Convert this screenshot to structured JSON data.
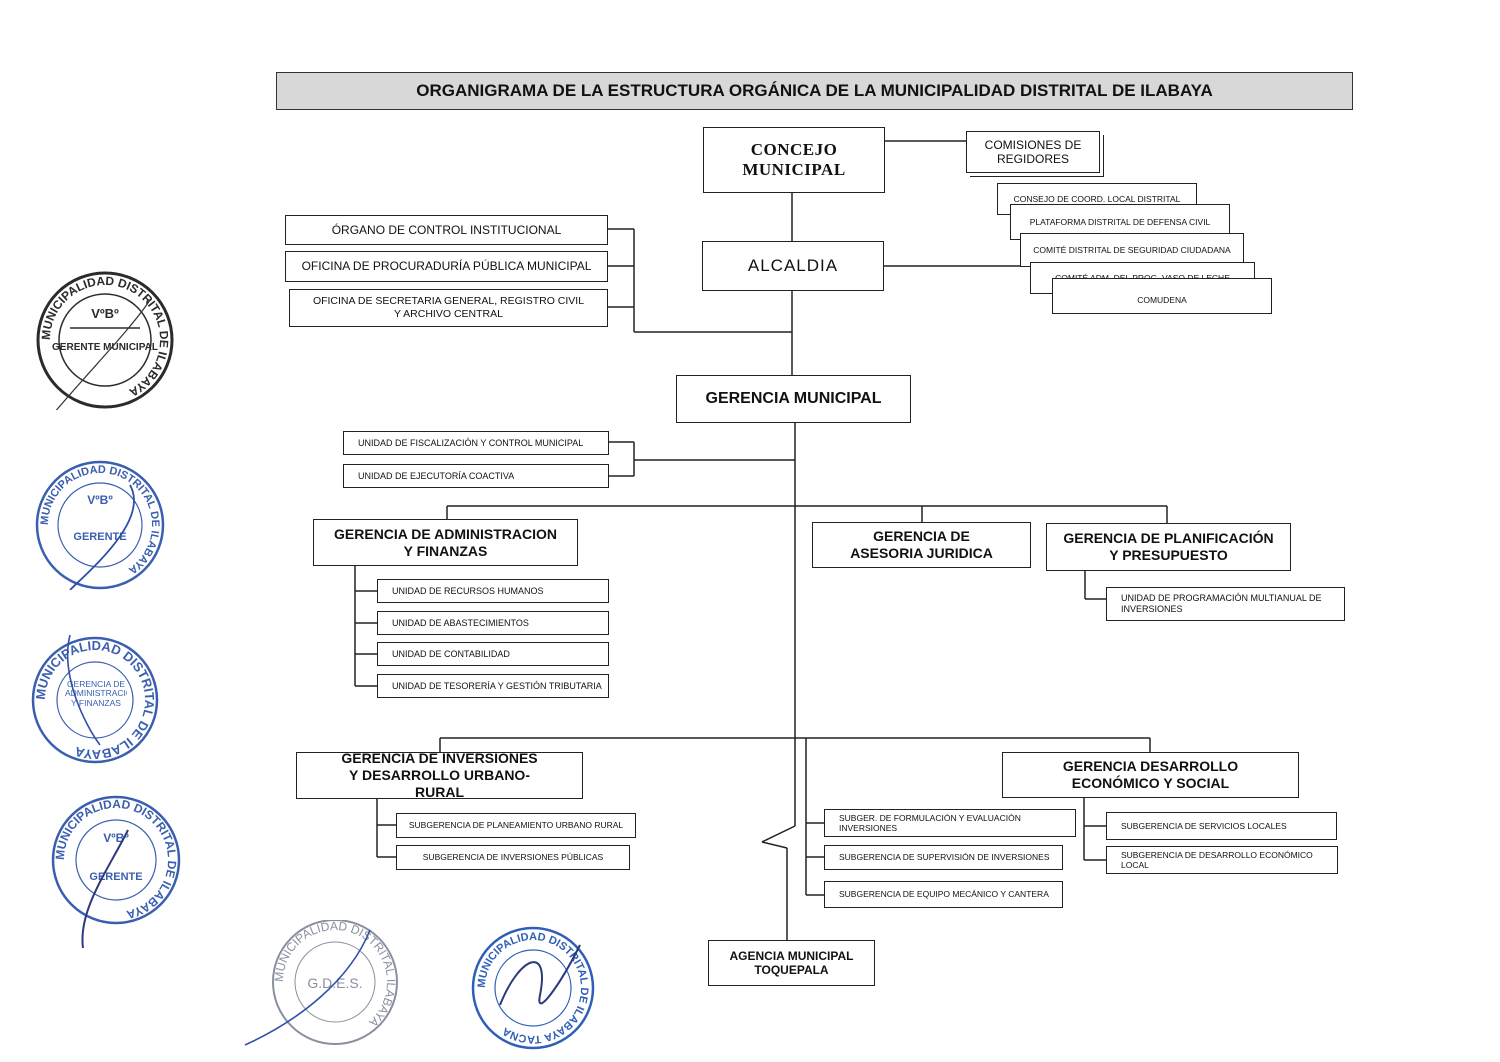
{
  "title": "ORGANIGRAMA DE LA ESTRUCTURA ORGÁNICA DE LA MUNICIPALIDAD DISTRITAL DE ILABAYA",
  "concejo": "CONCEJO MUNICIPAL",
  "comisiones": "COMISIONES DE REGIDORES",
  "consejos": [
    "CONSEJO DE COORD. LOCAL DISTRITAL",
    "PLATAFORMA DISTRITAL DE DEFENSA CIVIL",
    "COMITÉ DISTRITAL DE SEGURIDAD CIUDADANA",
    "COMITÉ ADM. DEL PROG. VASO DE LECHE",
    "COMUDENA"
  ],
  "alcaldia": "ALCALDIA",
  "alcaldia_units": [
    "ÓRGANO DE CONTROL INSTITUCIONAL",
    "OFICINA DE PROCURADURÍA PÚBLICA MUNICIPAL",
    "OFICINA DE SECRETARIA GENERAL, REGISTRO CIVIL Y ARCHIVO CENTRAL"
  ],
  "gerencia_municipal": "GERENCIA MUNICIPAL",
  "gm_units": [
    "UNIDAD DE FISCALIZACIÓN Y CONTROL MUNICIPAL",
    "UNIDAD DE EJECUTORÍA COACTIVA"
  ],
  "admin": {
    "name": "GERENCIA DE ADMINISTRACION Y FINANZAS",
    "units": [
      "UNIDAD DE RECURSOS HUMANOS",
      "UNIDAD DE ABASTECIMIENTOS",
      "UNIDAD DE CONTABILIDAD",
      "UNIDAD DE TESORERÍA Y GESTIÓN TRIBUTARIA"
    ]
  },
  "asesoria": "GERENCIA DE ASESORIA JURIDICA",
  "planificacion": {
    "name": "GERENCIA DE PLANIFICACIÓN Y PRESUPUESTO",
    "units": [
      "UNIDAD DE PROGRAMACIÓN MULTIANUAL DE INVERSIONES"
    ]
  },
  "inversiones": {
    "name": "GERENCIA DE INVERSIONES Y DESARROLLO URBANO-RURAL",
    "units": [
      "SUBGERENCIA DE PLANEAMIENTO URBANO RURAL",
      "SUBGERENCIA DE INVERSIONES PÚBLICAS"
    ]
  },
  "center_units": [
    "SUBGER. DE FORMULACIÓN Y EVALUACIÓN INVERSIONES",
    "SUBGERENCIA DE SUPERVISIÓN DE INVERSIONES",
    "SUBGERENCIA DE EQUIPO MECÁNICO Y CANTERA"
  ],
  "desarrollo": {
    "name": "GERENCIA DESARROLLO ECONÓMICO Y SOCIAL",
    "units": [
      "SUBGERENCIA DE SERVICIOS LOCALES",
      "SUBGERENCIA DE DESARROLLO ECONÓMICO LOCAL"
    ]
  },
  "agencia": "AGENCIA MUNICIPAL TOQUEPALA",
  "seals": {
    "s1": {
      "ring": "MUNICIPALIDAD DISTRITAL DE ILABAYA",
      "top": "VºBº",
      "inner": "GERENTE MUNICIPAL",
      "color": "#2b2b2b"
    },
    "s2": {
      "ring": "MUNICIPALIDAD DISTRITAL DE ILABAYA",
      "top": "VºBº",
      "inner": "GERENTE",
      "color": "#3a5fb0"
    },
    "s3": {
      "ring": "MUNICIPALIDAD DISTRITAL DE ILABAYA",
      "inner": "GERENCIA DE ADMINISTRACIÓN Y FINANZAS",
      "color": "#3a5fb0"
    },
    "s4": {
      "ring": "MUNICIPALIDAD DISTRITAL DE ILABAYA",
      "top": "VºBº",
      "inner": "GERENTE",
      "color": "#3a5fb0"
    },
    "s5": {
      "ring": "MUNICIPALIDAD DISTRITAL ILABAYA",
      "inner": "G.D.E.S.",
      "color": "#8a8fa0"
    },
    "s6": {
      "ring": "MUNICIPALIDAD DISTRITAL DE ILABAYA TACNA",
      "color": "#2f5fb8"
    }
  }
}
